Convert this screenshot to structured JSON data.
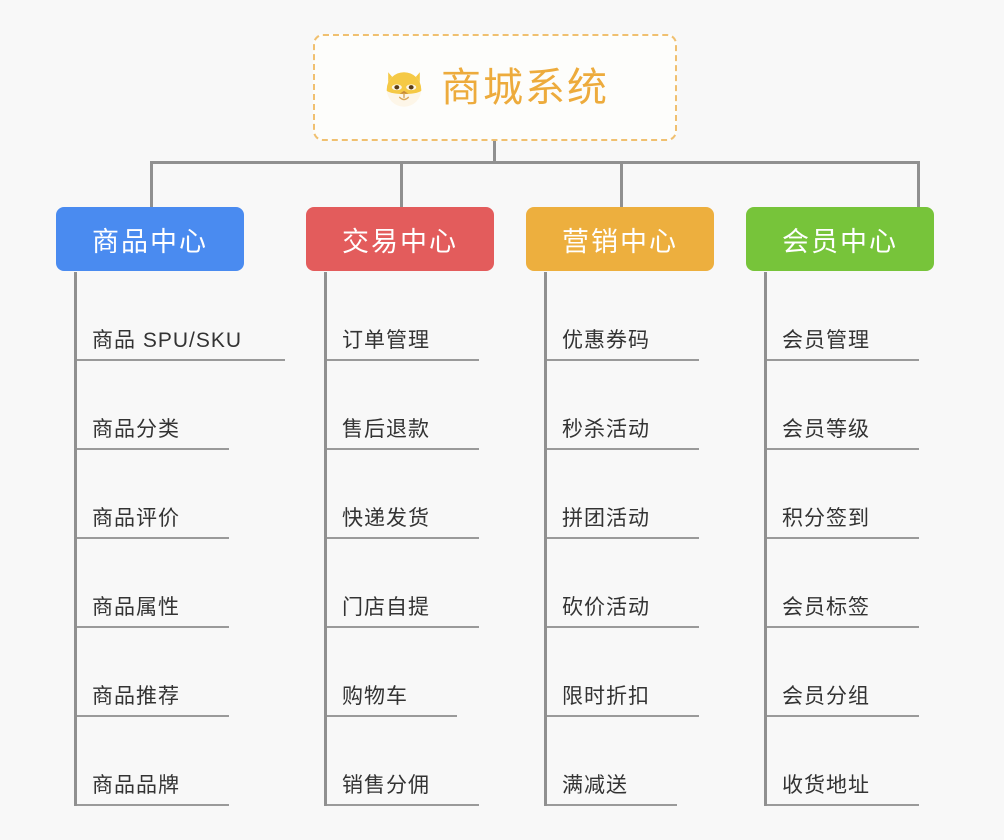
{
  "root": {
    "title": "商城系统",
    "icon": "dog-face-icon",
    "border_color": "#f0c070",
    "text_color": "#edab3c",
    "background": "#fdfdfb"
  },
  "canvas": {
    "background": "#f8f8f8",
    "connector_color": "#909090"
  },
  "branches": [
    {
      "id": "product-center",
      "label": "商品中心",
      "color": "#4a8bf0",
      "items": [
        {
          "label": "商品 SPU/SKU",
          "underline_width": 208
        },
        {
          "label": "商品分类",
          "underline_width": 152
        },
        {
          "label": "商品评价",
          "underline_width": 152
        },
        {
          "label": "商品属性",
          "underline_width": 152
        },
        {
          "label": "商品推荐",
          "underline_width": 152
        },
        {
          "label": "商品品牌",
          "underline_width": 152
        }
      ]
    },
    {
      "id": "trade-center",
      "label": "交易中心",
      "color": "#e35c5c",
      "items": [
        {
          "label": "订单管理",
          "underline_width": 152
        },
        {
          "label": "售后退款",
          "underline_width": 152
        },
        {
          "label": "快递发货",
          "underline_width": 152
        },
        {
          "label": "门店自提",
          "underline_width": 152
        },
        {
          "label": "购物车",
          "underline_width": 130
        },
        {
          "label": "销售分佣",
          "underline_width": 152
        }
      ]
    },
    {
      "id": "marketing-center",
      "label": "营销中心",
      "color": "#edaf3e",
      "items": [
        {
          "label": "优惠券码",
          "underline_width": 152
        },
        {
          "label": "秒杀活动",
          "underline_width": 152
        },
        {
          "label": "拼团活动",
          "underline_width": 152
        },
        {
          "label": "砍价活动",
          "underline_width": 152
        },
        {
          "label": "限时折扣",
          "underline_width": 152
        },
        {
          "label": "满减送",
          "underline_width": 130
        }
      ]
    },
    {
      "id": "member-center",
      "label": "会员中心",
      "color": "#77c43a",
      "items": [
        {
          "label": "会员管理",
          "underline_width": 152
        },
        {
          "label": "会员等级",
          "underline_width": 152
        },
        {
          "label": "积分签到",
          "underline_width": 152
        },
        {
          "label": "会员标签",
          "underline_width": 152
        },
        {
          "label": "会员分组",
          "underline_width": 152
        },
        {
          "label": "收货地址",
          "underline_width": 152
        }
      ]
    }
  ]
}
